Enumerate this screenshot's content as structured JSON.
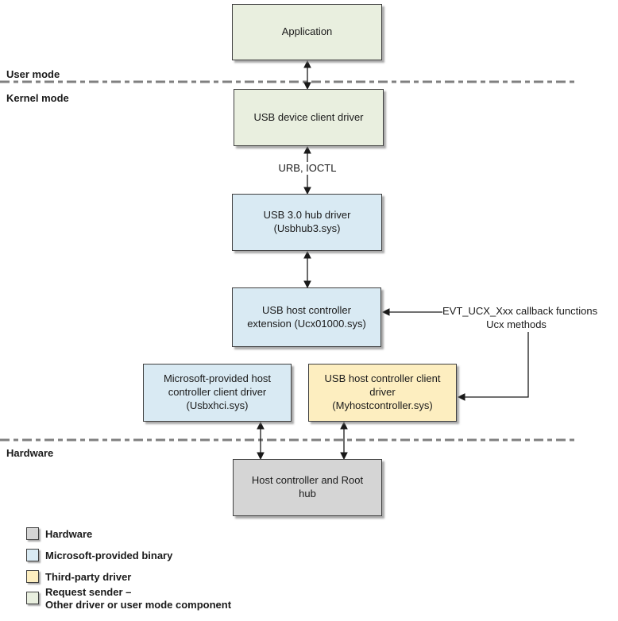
{
  "diagram": {
    "mode_labels": {
      "user_mode": "User mode",
      "kernel_mode": "Kernel mode",
      "hardware": "Hardware"
    },
    "boxes": {
      "application": "Application",
      "device_client": "USB device client driver",
      "hub_driver": "USB 3.0 hub driver\n(Usbhub3.sys)",
      "ucx_extension": "USB host controller\nextension (Ucx01000.sys)",
      "ms_client": "Microsoft-provided host\ncontroller client driver\n(Usbxhci.sys)",
      "third_party_client": "USB host controller client\ndriver\n(Myhostcontroller.sys)",
      "host_controller": "Host controller and Root\nhub"
    },
    "connector_labels": {
      "urb_ioctl": "URB, IOCTL",
      "evt_callbacks": "EVT_UCX_Xxx callback functions",
      "ucx_methods": "Ucx methods"
    },
    "legend": {
      "items": [
        {
          "label": "Hardware"
        },
        {
          "label": "Microsoft-provided binary"
        },
        {
          "label": "Third-party driver"
        },
        {
          "label": "Request sender –\nOther driver or user mode component"
        }
      ]
    },
    "colors": {
      "hardware": "#d5d5d5",
      "microsoft": "#d9eaf3",
      "third_party": "#fdeec0",
      "request_sender": "#e9efdf",
      "border": "#3f3f3f",
      "divider": "#808080",
      "arrow": "#1a1a1a"
    }
  }
}
